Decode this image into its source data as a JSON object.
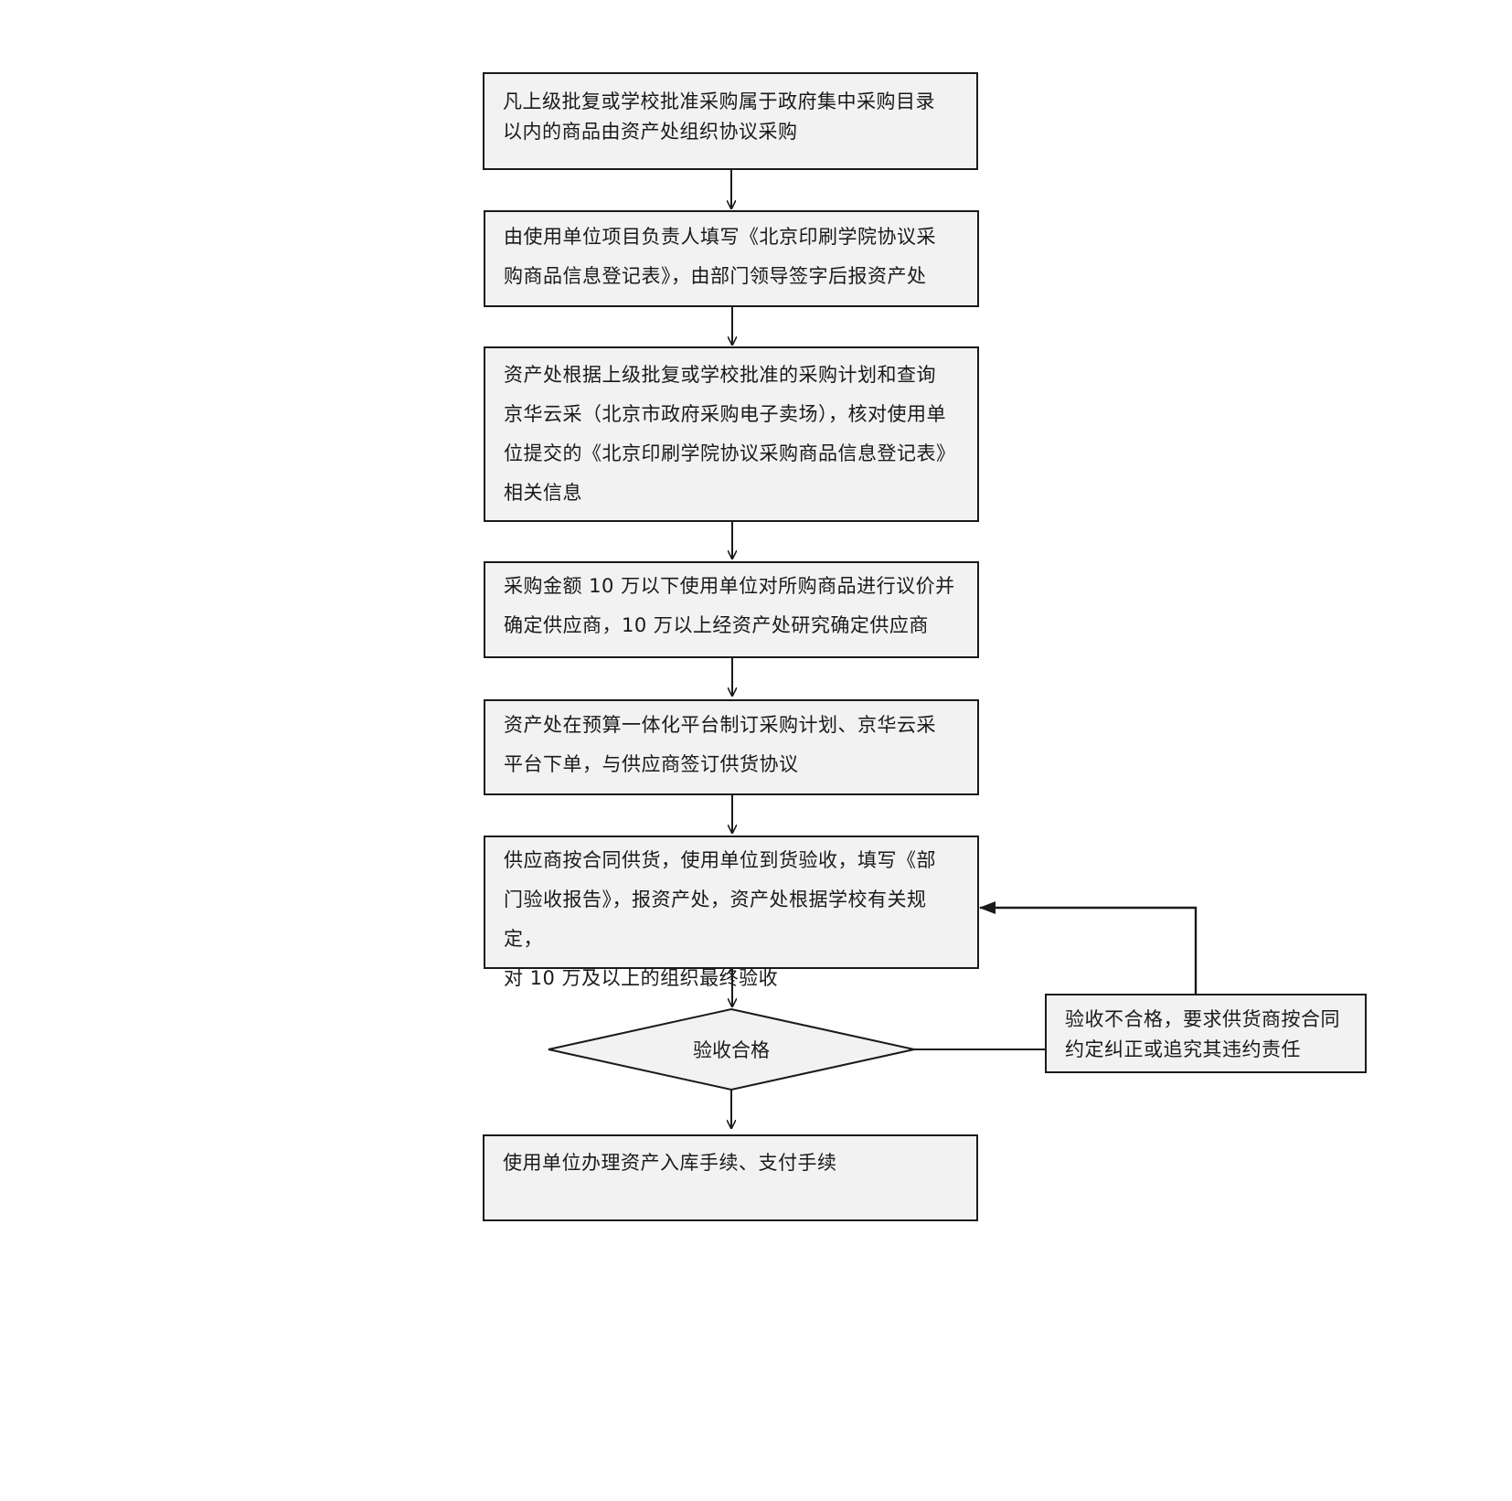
{
  "steps": [
    "凡上级批复或学校批准采购属于政府集中采购目录\n以内的商品由资产处组织协议采购",
    "由使用单位项目负责人填写《北京印刷学院协议采\n购商品信息登记表》，由部门领导签字后报资产处",
    "资产处根据上级批复或学校批准的采购计划和查询\n京华云采（北京市政府采购电子卖场），核对使用单\n位提交的《北京印刷学院协议采购商品信息登记表》\n相关信息",
    "采购金额 10 万以下使用单位对所购商品进行议价并\n确定供应商，10 万以上经资产处研究确定供应商",
    "资产处在预算一体化平台制订采购计划、京华云采\n平台下单，与供应商签订供货协议",
    "供应商按合同供货，使用单位到货验收，填写《部\n门验收报告》，报资产处，资产处根据学校有关规定，\n对 10 万及以上的组织最终验收"
  ],
  "decision": "验收合格",
  "rejection": "验收不合格，要求供货商按合同\n约定纠正或追究其违约责任",
  "final_step": "使用单位办理资产入库手续、支付手续"
}
